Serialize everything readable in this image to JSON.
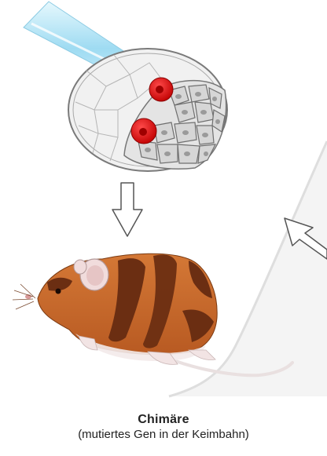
{
  "caption": {
    "title": "Chimäre",
    "subtitle": "(mutiertes Gen in der Keimbahn)"
  },
  "colors": {
    "injected_cell": "#e01818",
    "blastocyst_outline": "#7a7a7a",
    "cell_fill": "#d2d2d2",
    "pipette": "#aee6f7",
    "mouse_light_fur": "#c96a2c",
    "mouse_dark_stripe": "#6b2e12",
    "ear": "#e8c9c9",
    "page_shadow": "#d9d9d9",
    "arrow_stroke": "#555555"
  },
  "icons": [
    "micropipette",
    "blastocyst",
    "injected-stem-cell",
    "down-arrow",
    "chimera-mouse",
    "diagonal-arrow"
  ]
}
